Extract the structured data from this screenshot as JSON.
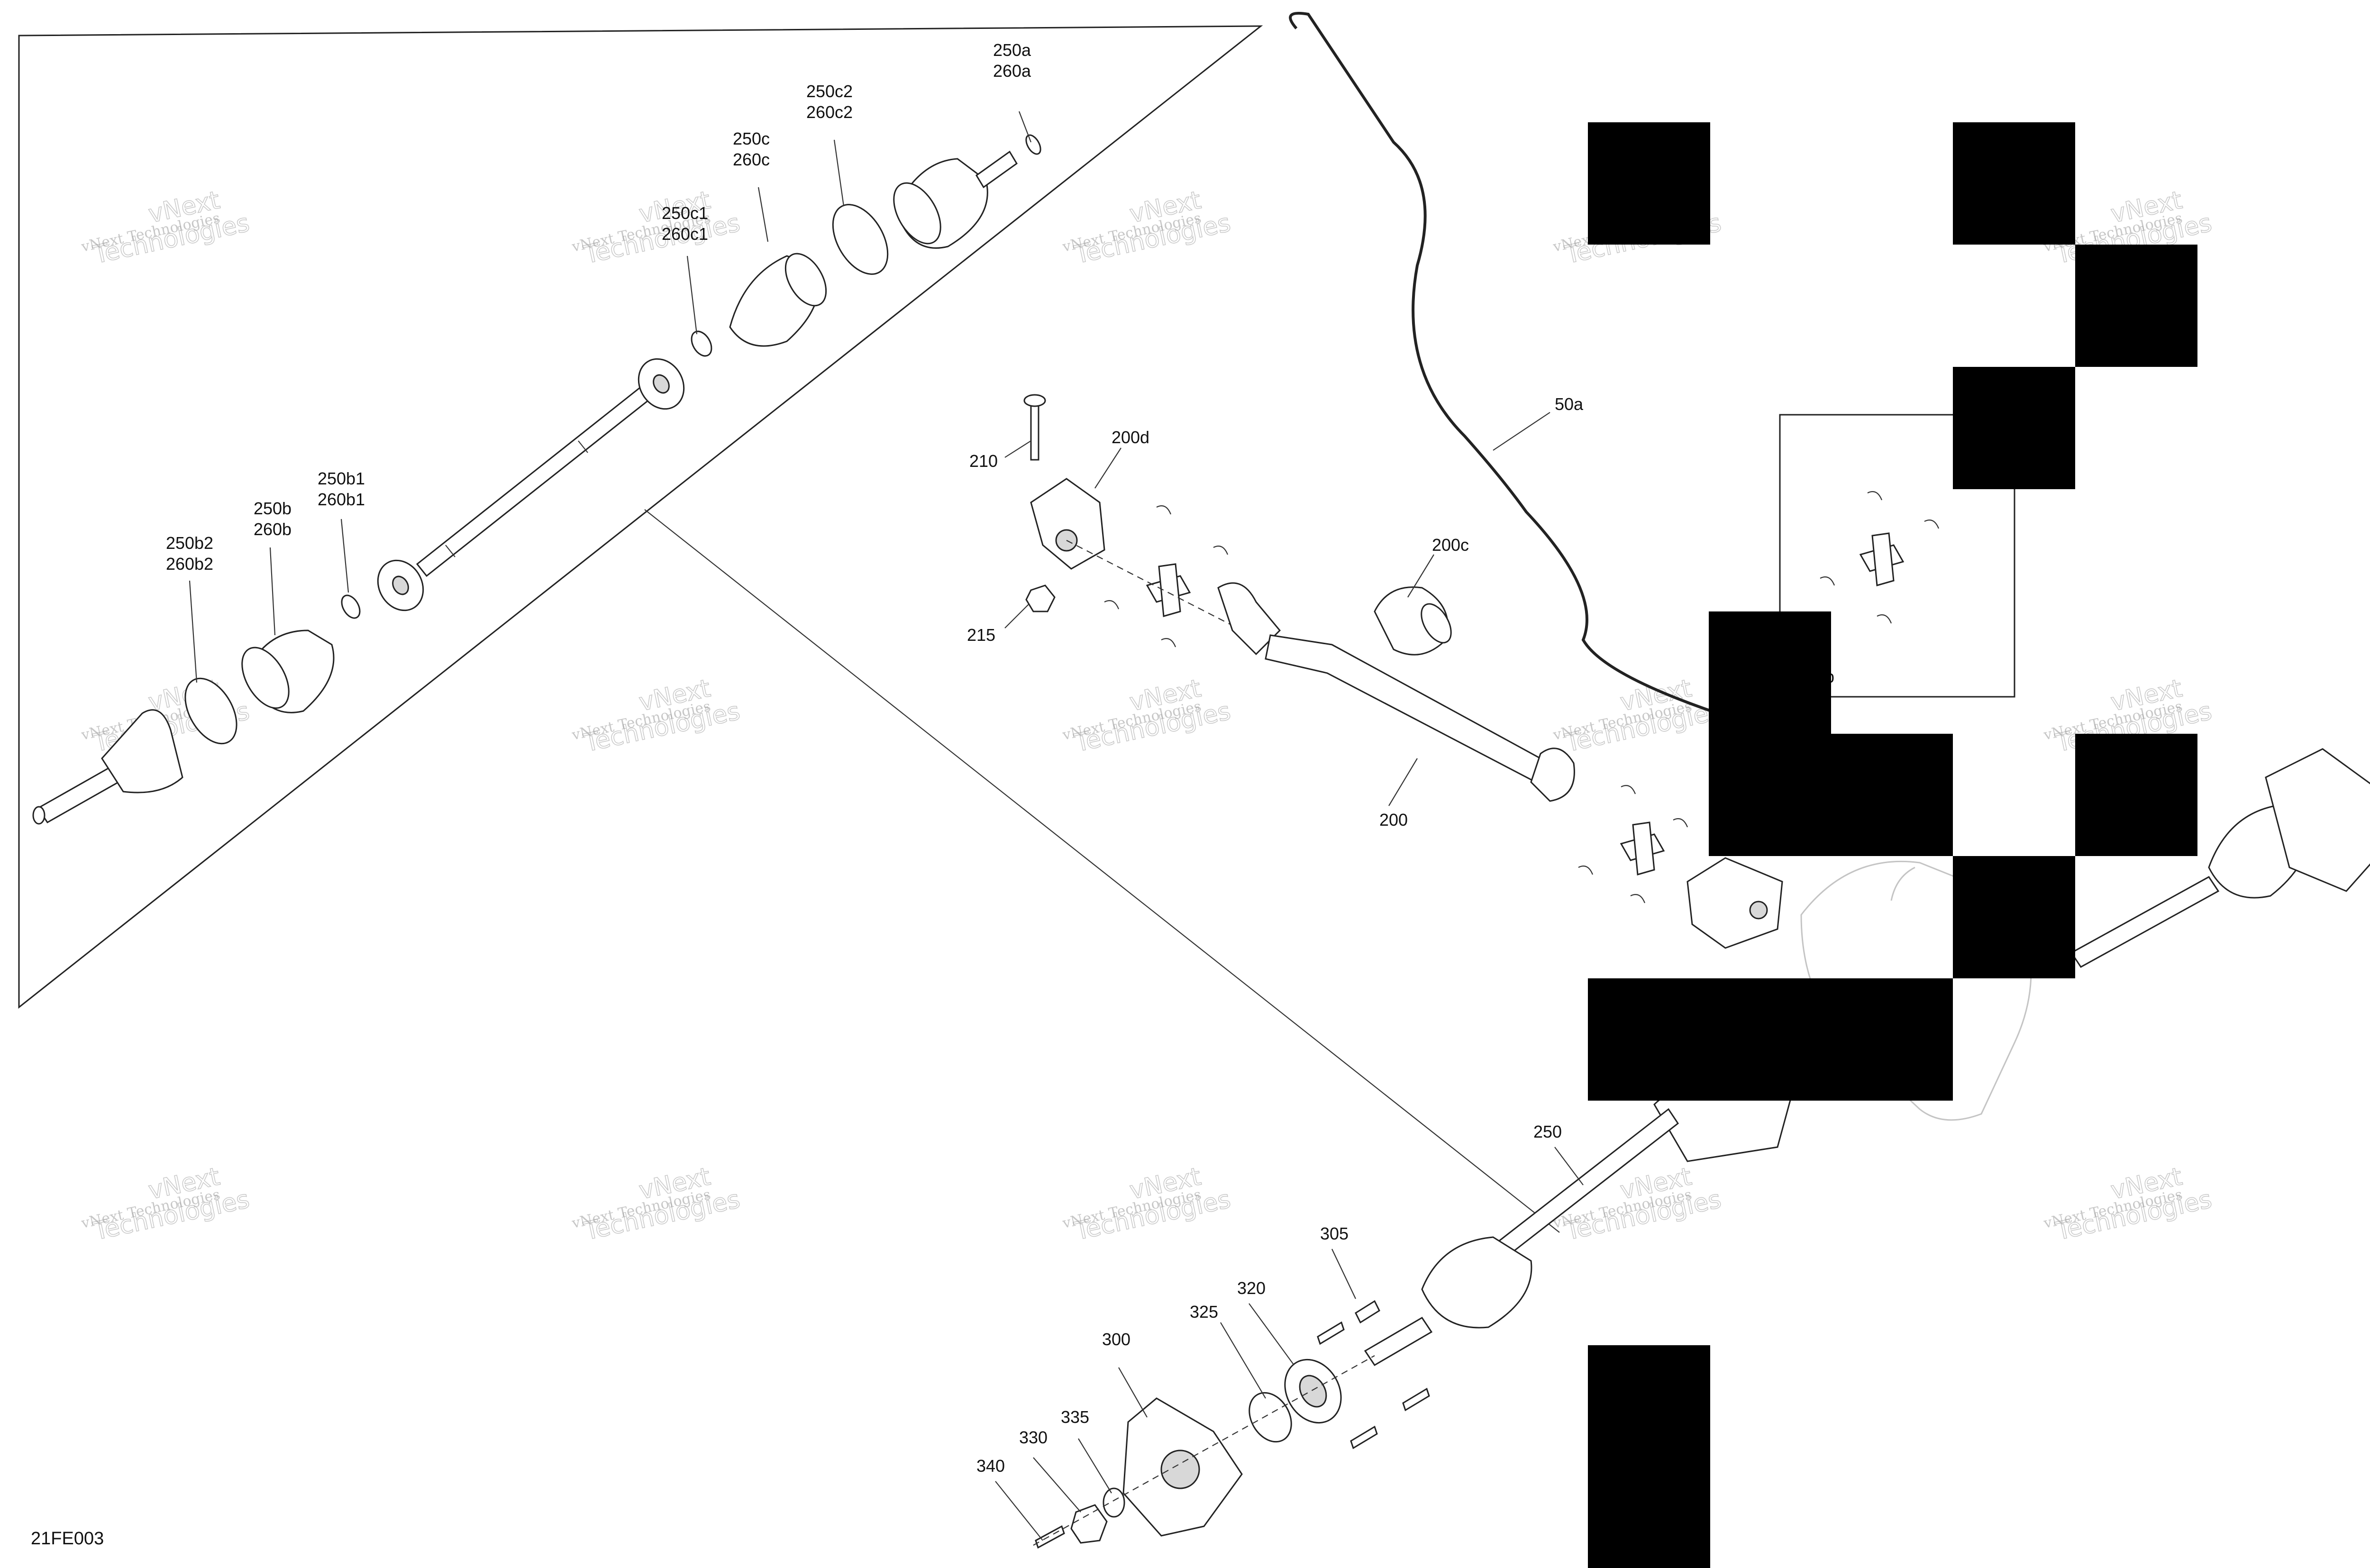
{
  "figure": {
    "id": "21FE003",
    "watermark_text": "vNext Technologies"
  },
  "callouts": {
    "c250a": [
      "250a",
      "260a"
    ],
    "c250c2": [
      "250c2",
      "260c2"
    ],
    "c250c": [
      "250c",
      "260c"
    ],
    "c250c1": [
      "250c1",
      "260c1"
    ],
    "c250b1": [
      "250b1",
      "260b1"
    ],
    "c250b": [
      "250b",
      "260b"
    ],
    "c250b2": [
      "250b2",
      "260b2"
    ],
    "c50a": [
      "50a"
    ],
    "c200d": [
      "200d"
    ],
    "c210": [
      "210"
    ],
    "c200c": [
      "200c"
    ],
    "c215": [
      "215"
    ],
    "c200": [
      "200"
    ],
    "cb": [
      "b"
    ],
    "c250": [
      "250"
    ],
    "c305": [
      "305"
    ],
    "c320": [
      "320"
    ],
    "c325": [
      "325"
    ],
    "c300": [
      "300"
    ],
    "c335": [
      "335"
    ],
    "c330": [
      "330"
    ],
    "c340": [
      "340"
    ]
  }
}
